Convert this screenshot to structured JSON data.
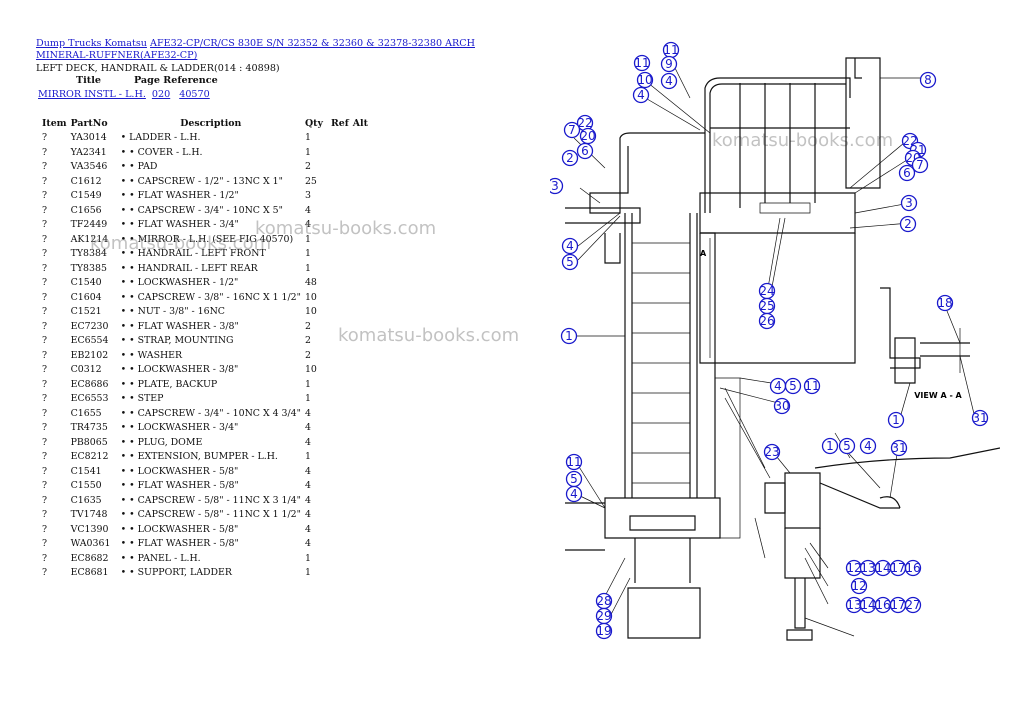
{
  "header": {
    "link1": "Dump Trucks Komatsu",
    "link2": "AFE32-CP/CR/CS 830E S/N 32352 & 32360 & 32378-32380 ARCH",
    "link3": "MINERAL-RUFFNER(AFE32-CP)",
    "group": "LEFT DECK, HANDRAIL & LADDER(014 : 40898)"
  },
  "refs": {
    "title_head": "Title",
    "page_head": "Page Reference",
    "row": {
      "title": "MIRROR INSTL - L.H.",
      "page": "020",
      "ref": "40570"
    }
  },
  "columns": {
    "item": "Item",
    "part": "PartNo",
    "desc": "Description",
    "qty": "Qty",
    "ref": "Ref",
    "alt": "Alt"
  },
  "parts": [
    {
      "item": "?",
      "part": "YA3014",
      "desc": "• LADDER - L.H.",
      "qty": "1"
    },
    {
      "item": "?",
      "part": "YA2341",
      "desc": "• • COVER - L.H.",
      "qty": "1"
    },
    {
      "item": "?",
      "part": "VA3546",
      "desc": "• • PAD",
      "qty": "2"
    },
    {
      "item": "?",
      "part": "C1612",
      "desc": "• • CAPSCREW - 1/2\" - 13NC X 1\"",
      "qty": "25"
    },
    {
      "item": "?",
      "part": "C1549",
      "desc": "• • FLAT WASHER - 1/2\"",
      "qty": "3"
    },
    {
      "item": "?",
      "part": "C1656",
      "desc": "• • CAPSCREW - 3/4\" - 10NC X 5\"",
      "qty": "4"
    },
    {
      "item": "?",
      "part": "TF2449",
      "desc": "• • FLAT WASHER - 3/4\"",
      "qty": "4"
    },
    {
      "item": "?",
      "part": "AK1214",
      "desc": "• • MIRROR - L.H. (SEE FIG 40570)",
      "qty": "1"
    },
    {
      "item": "?",
      "part": "TY8384",
      "desc": "• • HANDRAIL - LEFT FRONT",
      "qty": "1"
    },
    {
      "item": "?",
      "part": "TY8385",
      "desc": "• • HANDRAIL - LEFT REAR",
      "qty": "1"
    },
    {
      "item": "?",
      "part": "C1540",
      "desc": "• • LOCKWASHER - 1/2\"",
      "qty": "48"
    },
    {
      "item": "?",
      "part": "C1604",
      "desc": "• • CAPSCREW - 3/8\" - 16NC X 1 1/2\"",
      "qty": "10"
    },
    {
      "item": "?",
      "part": "C1521",
      "desc": "• • NUT - 3/8\" - 16NC",
      "qty": "10"
    },
    {
      "item": "?",
      "part": "EC7230",
      "desc": "• • FLAT WASHER - 3/8\"",
      "qty": "2"
    },
    {
      "item": "?",
      "part": "EC6554",
      "desc": "• • STRAP, MOUNTING",
      "qty": "2"
    },
    {
      "item": "?",
      "part": "EB2102",
      "desc": "• • WASHER",
      "qty": "2"
    },
    {
      "item": "?",
      "part": "C0312",
      "desc": "• • LOCKWASHER - 3/8\"",
      "qty": "10"
    },
    {
      "item": "?",
      "part": "EC8686",
      "desc": "• • PLATE, BACKUP",
      "qty": "1"
    },
    {
      "item": "?",
      "part": "EC6553",
      "desc": "• • STEP",
      "qty": "1"
    },
    {
      "item": "?",
      "part": "C1655",
      "desc": "• • CAPSCREW - 3/4\" - 10NC X 4 3/4\"",
      "qty": "4"
    },
    {
      "item": "?",
      "part": "TR4735",
      "desc": "• • LOCKWASHER - 3/4\"",
      "qty": "4"
    },
    {
      "item": "?",
      "part": "PB8065",
      "desc": "• • PLUG, DOME",
      "qty": "4"
    },
    {
      "item": "?",
      "part": "EC8212",
      "desc": "• • EXTENSION, BUMPER - L.H.",
      "qty": "1"
    },
    {
      "item": "?",
      "part": "C1541",
      "desc": "• • LOCKWASHER - 5/8\"",
      "qty": "4"
    },
    {
      "item": "?",
      "part": "C1550",
      "desc": "• • FLAT WASHER - 5/8\"",
      "qty": "4"
    },
    {
      "item": "?",
      "part": "C1635",
      "desc": "• • CAPSCREW - 5/8\" - 11NC X 3 1/4\"",
      "qty": "4"
    },
    {
      "item": "?",
      "part": "TV1748",
      "desc": "• • CAPSCREW - 5/8\" - 11NC X 1 1/2\"",
      "qty": "4"
    },
    {
      "item": "?",
      "part": "VC1390",
      "desc": "• • LOCKWASHER - 5/8\"",
      "qty": "4"
    },
    {
      "item": "?",
      "part": "WA0361",
      "desc": "• • FLAT WASHER - 5/8\"",
      "qty": "4"
    },
    {
      "item": "?",
      "part": "EC8682",
      "desc": "• • PANEL - L.H.",
      "qty": "1"
    },
    {
      "item": "?",
      "part": "EC8681",
      "desc": "• • SUPPORT, LADDER",
      "qty": "1"
    }
  ],
  "watermark": "komatsu-books.com",
  "diagram": {
    "view_label": "VIEW A - A",
    "section_label": "A",
    "callouts": [
      "11",
      "9",
      "4",
      "11",
      "10",
      "4",
      "8",
      "22",
      "20",
      "7",
      "6",
      "2",
      "3",
      "22",
      "21",
      "20",
      "7",
      "6",
      "3",
      "2",
      "4",
      "5",
      "24",
      "25",
      "26",
      "18",
      "1",
      "4",
      "5",
      "11",
      "30",
      "1",
      "31",
      "23",
      "1",
      "5",
      "4",
      "31",
      "11",
      "5",
      "4",
      "12",
      "13",
      "14",
      "17",
      "16",
      "12",
      "13",
      "14",
      "16",
      "17",
      "27",
      "28",
      "29",
      "19"
    ]
  }
}
